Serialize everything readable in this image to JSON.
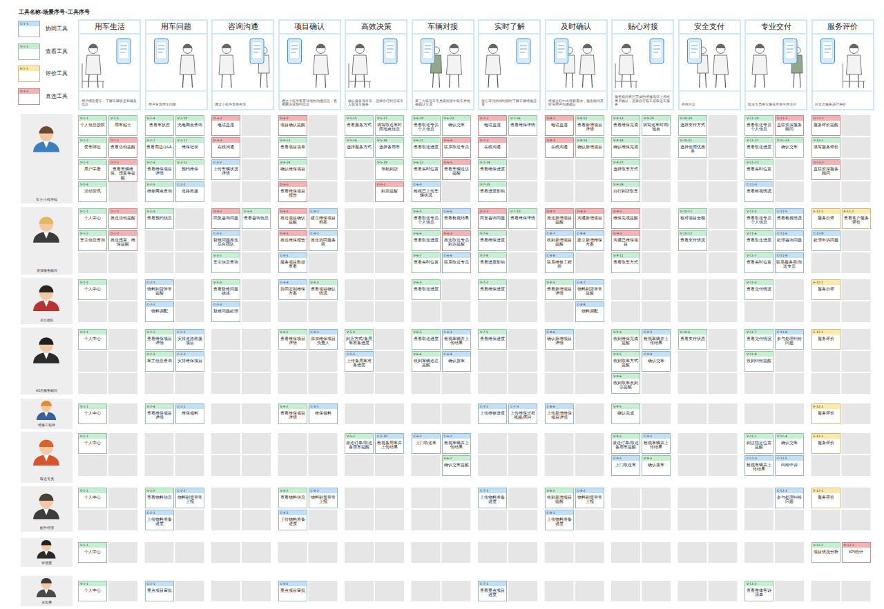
{
  "diagram": {
    "title": "工具名称-场景序号-工具序号",
    "nodes": [
      {
        "text": [
          "用车生活",
          "用户绑定爱车，了解车辆状态和服务信息"
        ]
      },
      {
        "text": [
          "用车问题",
          "用户发现用车问题"
        ]
      },
      {
        "text": [
          "咨询沟通",
          "通过小程序直接咨询"
        ]
      },
      {
        "text": [
          "项目确认",
          "通过小程序查看详细的沟通信息，查看解决或预约信息"
        ]
      },
      {
        "text": [
          "高效决策",
          "确认服务项目后，选择自行到店或专人取送车服务"
        ]
      },
      {
        "text": [
          "车辆对接",
          "第三方取送车专员来到家中取车并检视确认车况"
        ]
      },
      {
        "text": [
          "实时了解",
          "安心等待的同时随时了解车辆维修进度"
        ]
      },
      {
        "text": [
          "及时确认",
          "维修过程中出现新需求，服务顾问及时与用户沟通确认"
        ]
      },
      {
        "text": [
          "贴心对接",
          "服务顾问将已完成的维修项目上传给用户确认，选择自行取车或取送车服务"
        ]
      },
      {
        "text": [
          "安全支付",
          "在线付款"
        ]
      },
      {
        "text": [
          "专业交付",
          "取送专员将车辆送至家中并交付"
        ]
      },
      {
        "text": [
          "服务评价",
          "对本次服务进行评价"
        ]
      },
      {
        "text": [
          "车主-小程序端"
        ]
      },
      {
        "text": [
          "V-1-1",
          "个人信息授权"
        ]
      },
      {
        "text": [
          "V-1-2",
          "爱车绑定"
        ]
      },
      {
        "text": [
          "V-1-3",
          "用户手册"
        ]
      },
      {
        "text": [
          "V-1-4",
          "活动资讯"
        ]
      },
      {
        "text": [
          "V-1-5",
          "用车贴士"
        ]
      },
      {
        "text": [
          "D-1-1",
          "查看活动提醒"
        ]
      },
      {
        "text": [
          "D-1-1",
          "查看车辆维保、违章等提醒"
        ]
      },
      {
        "text": [
          "V-2-4",
          "查看车状态"
        ]
      },
      {
        "text": [
          "V-2-7",
          "查看周边Q&A"
        ]
      },
      {
        "text": [
          "V-2-3",
          "查看维保项目详情"
        ]
      },
      {
        "text": [
          "V-2-5",
          "维修网点查询"
        ]
      },
      {
        "text": [
          "V-2-10",
          "充电网点查询"
        ]
      },
      {
        "text": [
          "V-2-11",
          "维保记录"
        ]
      },
      {
        "text": [
          "V-2-12",
          "预约维保"
        ]
      },
      {
        "text": [
          "C-2-1",
          "道路救援"
        ]
      },
      {
        "text": [
          "D-3-2",
          "电话直连"
        ]
      },
      {
        "text": [
          "D-3-3",
          "在线沟通"
        ]
      },
      {
        "text": [
          "C-3-2",
          "上传车辆状况详情"
        ]
      },
      {
        "text": [
          "D-4-1",
          "项目确认提醒"
        ]
      },
      {
        "text": [
          "V-4-13",
          "查看项目清单"
        ]
      },
      {
        "text": [
          "V-4-14",
          "确认维保项目"
        ]
      },
      {
        "text": [
          "D-4-2",
          "查看维保项目报告"
        ]
      },
      {
        "text": [
          "V-5-15",
          "查看服务方式"
        ]
      },
      {
        "text": [
          "V-5-16",
          "选择服务方式"
        ]
      },
      {
        "text": [
          "V-5-17",
          "填写取送车时间地点信息"
        ]
      },
      {
        "text": [
          "V-5-18",
          "选择备用车"
        ]
      },
      {
        "text": [
          "V-5-19",
          "导航到店"
        ]
      },
      {
        "text": [
          "D-5-1",
          "到店提醒"
        ]
      },
      {
        "text": [
          "V-6-20",
          "查看取送专员个人信息"
        ]
      },
      {
        "text": [
          "V-6-21",
          "查看取送进度"
        ]
      },
      {
        "text": [
          "V-6-22",
          "查看实时位置"
        ]
      },
      {
        "text": [
          "C-6-3",
          "检视已上传车辆状况"
        ]
      },
      {
        "text": [
          "V-6-23",
          "确认交车"
        ]
      },
      {
        "text": [
          "D-6-4",
          "联系取送专员"
        ]
      },
      {
        "text": [
          "D-6-5",
          "查看车辆送达提醒"
        ]
      },
      {
        "text": [
          "D-7-2",
          "电话直连"
        ]
      },
      {
        "text": [
          "D-7-3",
          "在线沟通"
        ]
      },
      {
        "text": [
          "V-7-24",
          "查看维保进度"
        ]
      },
      {
        "text": [
          "V-7-25",
          "查看进度影响"
        ]
      },
      {
        "text": [
          "V-7-26",
          "查看维保详情"
        ]
      },
      {
        "text": [
          "D-8-2",
          "电话直连"
        ]
      },
      {
        "text": [
          "D-8-3",
          "在线沟通"
        ]
      },
      {
        "text": [
          "V-8-13",
          "查看新增项目详情"
        ]
      },
      {
        "text": [
          "V-8-14",
          "确认新增项目"
        ]
      },
      {
        "text": [
          "V-9-13",
          "查看维保完成"
        ]
      },
      {
        "text": [
          "V-9-14",
          "确认维保完成"
        ]
      },
      {
        "text": [
          "V-9-27",
          "选择取车方式"
        ]
      },
      {
        "text": [
          "V-9-28",
          "自行到店取车"
        ]
      },
      {
        "text": [
          "V-9-29",
          "填写送车时间/地点"
        ]
      },
      {
        "text": [
          "V-10-30",
          "选择支付方式"
        ]
      },
      {
        "text": [
          "V-10-31",
          "选择使用优惠券"
        ]
      },
      {
        "text": [
          "V-11-20",
          "查看取送专员个人信息"
        ]
      },
      {
        "text": [
          "V-11-21",
          "查看取送进度"
        ]
      },
      {
        "text": [
          "V-11-22",
          "查看实时位置"
        ]
      },
      {
        "text": [
          "C-11-3",
          "查看检视情况"
        ]
      },
      {
        "text": [
          "D-11-5",
          "直联资深服务顾问"
        ]
      },
      {
        "text": [
          "V-11-23",
          "确认交车"
        ]
      },
      {
        "text": [
          "D-12-1",
          "服务评价提醒"
        ]
      },
      {
        "text": [
          "V-12-1",
          "填写服务评价"
        ]
      },
      {
        "text": [
          "D-12-2",
          "直联资深服务顾问"
        ]
      },
      {
        "text": [
          "资深服务顾问"
        ]
      },
      {
        "text": [
          "V-1-1",
          "个人中心"
        ]
      },
      {
        "text": [
          "V-1-2",
          "车主信息查询"
        ]
      },
      {
        "text": [
          "D-1-1",
          "推送活动提醒"
        ]
      },
      {
        "text": [
          "D-1-1",
          "推送违章、维保提醒"
        ]
      },
      {
        "text": [
          "V-2-3",
          "查看预约信息"
        ]
      },
      {
        "text": [
          "D-3-2",
          "回复咨询问题"
        ]
      },
      {
        "text": [
          "C-3-1",
          "疑难问题推送后台团队"
        ]
      },
      {
        "text": [
          "V-3-2",
          "车主信息查询"
        ]
      },
      {
        "text": [
          "V-3-4",
          "查看咨询信息"
        ]
      },
      {
        "text": [
          "D-4-1",
          "推送项目确认提醒"
        ]
      },
      {
        "text": [
          "D-4-1",
          "推送维保报告"
        ]
      },
      {
        "text": [
          "C-4-1",
          "服务项目数据查看"
        ]
      },
      {
        "text": [
          "C-4-2",
          "建立维保项目档案"
        ]
      },
      {
        "text": [
          "C-4-1",
          "推送协同服务商"
        ]
      },
      {
        "text": [
          "V-6-5",
          "查看取送专员个人信息"
        ]
      },
      {
        "text": [
          "V-6-6",
          "查看取送进度"
        ]
      },
      {
        "text": [
          "V-6-7",
          "查看实时位置"
        ]
      },
      {
        "text": [
          "C-6-6",
          "查看检视结果"
        ]
      },
      {
        "text": [
          "D-6-3",
          "推送取送专员到达提醒"
        ]
      },
      {
        "text": [
          "C-6-6",
          "联系取送专员"
        ]
      },
      {
        "text": [
          "D-7-2",
          "回复咨询问题"
        ]
      },
      {
        "text": [
          "V-7-6",
          "查看维保进度"
        ]
      },
      {
        "text": [
          "V-7-8",
          "查看进度影响"
        ]
      },
      {
        "text": [
          "V-7-10",
          "查看维保详情"
        ]
      },
      {
        "text": [
          "D-8-1",
          "推送新增项目提醒"
        ]
      },
      {
        "text": [
          "C-8-7",
          "收到新增项目提醒"
        ]
      },
      {
        "text": [
          "C-8-8",
          "联系维修工程师"
        ]
      },
      {
        "text": [
          "D-8-3",
          "沟通新增项目"
        ]
      },
      {
        "text": [
          "C-8-8",
          "建立新增维保方案"
        ]
      },
      {
        "text": [
          "D-9-1",
          "维保完成提醒"
        ]
      },
      {
        "text": [
          "D-9-2",
          "沟通已维保项目"
        ]
      },
      {
        "text": [
          "V-9-11",
          "查看取车方式"
        ]
      },
      {
        "text": [
          "V-10-12",
          "核对项目金额"
        ]
      },
      {
        "text": [
          "V-10-12",
          "查看支付情况"
        ]
      },
      {
        "text": [
          "V-11-5",
          "查看取送专员个人信息"
        ]
      },
      {
        "text": [
          "V-11-6",
          "查看取送进度"
        ]
      },
      {
        "text": [
          "V-11-7",
          "查看实时位置"
        ]
      },
      {
        "text": [
          "C-11-5",
          "查看检视情况"
        ]
      },
      {
        "text": [
          "C-11-6",
          "处理咨询问题"
        ]
      },
      {
        "text": [
          "C-11-8",
          "联系服务商/取送专员"
        ]
      },
      {
        "text": [
          "E-12-1",
          "服务自评"
        ]
      },
      {
        "text": [
          "C-12-9",
          "处理申诉问题"
        ]
      },
      {
        "text": [
          "E-12-2",
          "查看客户服务评价"
        ]
      },
      {
        "text": [
          "后台团队"
        ]
      },
      {
        "text": [
          "V-1-1",
          "个人中心"
        ]
      },
      {
        "text": [
          "C-2-1",
          "物料到货异常提醒"
        ]
      },
      {
        "text": [
          "C-2-2",
          "物料调配"
        ]
      },
      {
        "text": [
          "V-3-3",
          "查看疑难问题描述"
        ]
      },
      {
        "text": [
          "C-3-3",
          "疑难问题处理"
        ]
      },
      {
        "text": [
          "C-4-4",
          "协同定制维保方案"
        ]
      },
      {
        "text": [
          "V-4-3",
          "查看项目确认情况"
        ]
      },
      {
        "text": [
          "V-6-3",
          "查看取送进度"
        ]
      },
      {
        "text": [
          "V-7-2",
          "查看维保进度"
        ]
      },
      {
        "text": [
          "V-8-3",
          "查看新增项目详情"
        ]
      },
      {
        "text": [
          "C-8-7",
          "物料到货异常提醒"
        ]
      },
      {
        "text": [
          "C-8-8",
          "物料调配"
        ]
      },
      {
        "text": [
          "V-11-3",
          "查看交付情况"
        ]
      },
      {
        "text": [
          "E-12-1",
          "服务自评"
        ]
      },
      {
        "text": [
          "4S店服务顾问"
        ]
      },
      {
        "text": [
          "V-1-1",
          "个人中心"
        ]
      },
      {
        "text": [
          "V-2-2",
          "查看维保项目详情"
        ]
      },
      {
        "text": [
          "V-2-3",
          "车主信息查询"
        ]
      },
      {
        "text": [
          "C-2-1",
          "安排道路救援项目"
        ]
      },
      {
        "text": [
          "C-2-2",
          "安排维保项目"
        ]
      },
      {
        "text": [
          "V-4-2",
          "查看维保项目详情"
        ]
      },
      {
        "text": [
          "C-4-3",
          "添加维保项目负责人"
        ]
      },
      {
        "text": [
          "V-5-4",
          "到店方式/备用车准备进度"
        ]
      },
      {
        "text": [
          "C-5-5",
          "上传备用车准备进度"
        ]
      },
      {
        "text": [
          "V-6-5",
          "查看取送进度"
        ]
      },
      {
        "text": [
          "V-6-6",
          "收到车辆送达提醒"
        ]
      },
      {
        "text": [
          "C-6-3",
          "检视车辆并上传结果"
        ]
      },
      {
        "text": [
          "C-6-4",
          "确认接车"
        ]
      },
      {
        "text": [
          "V-7-5",
          "查看维保进度"
        ]
      },
      {
        "text": [
          "C-8-6",
          "确认新增项目详情"
        ]
      },
      {
        "text": [
          "V-9-4",
          "收到维保完成提醒"
        ]
      },
      {
        "text": [
          "V-9-5",
          "收到取车方式提醒"
        ]
      },
      {
        "text": [
          "V-9-6",
          "收到取车点到达提醒"
        ]
      },
      {
        "text": [
          "C-9-3",
          "检视车辆并上传结果"
        ]
      },
      {
        "text": [
          "C-9-4",
          "确认交车"
        ]
      },
      {
        "text": [
          "V-10-6",
          "查看支付状态"
        ]
      },
      {
        "text": [
          "V-11-7",
          "查看交付情况"
        ]
      },
      {
        "text": [
          "V-11-8",
          "收到纠纷提醒"
        ]
      },
      {
        "text": [
          "C-11-8",
          "参与处理纠纷问题"
        ]
      },
      {
        "text": [
          "E-12-1",
          "服务评价"
        ]
      },
      {
        "text": [
          "维修工程师"
        ]
      },
      {
        "text": [
          "V-1-1",
          "个人中心"
        ]
      },
      {
        "text": [
          "V-2-4",
          "查看维保项目详情"
        ]
      },
      {
        "text": [
          "C-2-1",
          "维保领料"
        ]
      },
      {
        "text": [
          "V-4-2",
          "查看维保项目详情"
        ]
      },
      {
        "text": [
          "C-4-1",
          "维保领料"
        ]
      },
      {
        "text": [
          "C-7-2",
          "上传维修进度"
        ]
      },
      {
        "text": [
          "C-7-3",
          "上传维保过程视频/图片"
        ]
      },
      {
        "text": [
          "C-8-6",
          "上传新增维保项目详情"
        ]
      },
      {
        "text": [
          "V-9-5",
          "确认完成"
        ]
      },
      {
        "text": [
          "E-12-1",
          "服务评价"
        ]
      },
      {
        "text": [
          "取送专员"
        ]
      },
      {
        "text": [
          "V-1-1",
          "个人中心"
        ]
      },
      {
        "text": [
          "V-5-2",
          "派送订单/取送备用车提醒"
        ]
      },
      {
        "text": [
          "C-5-10",
          "检视备用车并上传结果"
        ]
      },
      {
        "text": [
          "C-6-1",
          "上门取送车"
        ]
      },
      {
        "text": [
          "C-6-2",
          "检视车辆并上传结果"
        ]
      },
      {
        "text": [
          "V-6-2",
          "确认交车提醒"
        ]
      },
      {
        "text": [
          "V-9-2",
          "派送订单/取送备用车提醒"
        ]
      },
      {
        "text": [
          "C-9-1",
          "上门取送车"
        ]
      },
      {
        "text": [
          "C-9-2",
          "检视车辆并上传结果"
        ]
      },
      {
        "text": [
          "V-9-3",
          "确认接车"
        ]
      },
      {
        "text": [
          "V-11-2",
          "到达指定位置提醒"
        ]
      },
      {
        "text": [
          "C-11-3",
          "检视车辆并上传结果"
        ]
      },
      {
        "text": [
          "V-11-4",
          "确认交车"
        ]
      },
      {
        "text": [
          "C-11-5",
          "纠纷申诉"
        ]
      },
      {
        "text": [
          "E-12-1",
          "服务评价"
        ]
      },
      {
        "text": [
          "配件经理"
        ]
      },
      {
        "text": [
          "V-1-1",
          "个人中心"
        ]
      },
      {
        "text": [
          "V-2-2",
          "查看物料信息"
        ]
      },
      {
        "text": [
          "C-2-1",
          "上传物料准备进度"
        ]
      },
      {
        "text": [
          "C-2-2",
          "物料到货异常上报"
        ]
      },
      {
        "text": [
          "V-4-2",
          "查看物料信息"
        ]
      },
      {
        "text": [
          "C-4-1",
          "上传物料准备进度"
        ]
      },
      {
        "text": [
          "C-4-2",
          "物料到货异常上报"
        ]
      },
      {
        "text": [
          "C-7-1",
          "上传物料准备进度"
        ]
      },
      {
        "text": [
          "V-8-2",
          "收到新增项目提醒"
        ]
      },
      {
        "text": [
          "C-8-1",
          "上传物料准备进度"
        ]
      },
      {
        "text": [
          "C-8-2",
          "物料到货异常上报"
        ]
      },
      {
        "text": [
          "C-11-1",
          "参与处理纠纷问题"
        ]
      },
      {
        "text": [
          "E-12-1",
          "服务评价"
        ]
      },
      {
        "text": [
          "管理层"
        ]
      },
      {
        "text": [
          "V-1-1",
          "个人中心"
        ]
      },
      {
        "text": [
          "V-12-2",
          "项目情况分析"
        ]
      },
      {
        "text": [
          "D-12-1",
          "KPI统计"
        ]
      },
      {
        "text": [
          "决策层"
        ]
      },
      {
        "text": [
          "V-1-1",
          "个人中心"
        ]
      },
      {
        "text": [
          "C-2-1",
          "重点项目审批"
        ]
      },
      {
        "text": [
          "C-4-1",
          "重点项目审批"
        ]
      },
      {
        "text": [
          "C-7-1",
          "查看重点项目进度"
        ]
      },
      {
        "text": [
          "V-11-2",
          "查看整体客诉清单"
        ]
      }
    ],
    "labels": [
      "C-1-1",
      "V-1-1",
      "E-1-1",
      "D-1-1"
    ],
    "legend": [
      {
        "text": "协同工具",
        "color": "#bfe0f8"
      },
      {
        "text": "查看工具",
        "color": "#c3f0d0"
      },
      {
        "text": "评价工具",
        "color": "#fde9a8"
      },
      {
        "text": "直连工具",
        "color": "#f5b2b2"
      }
    ]
  }
}
